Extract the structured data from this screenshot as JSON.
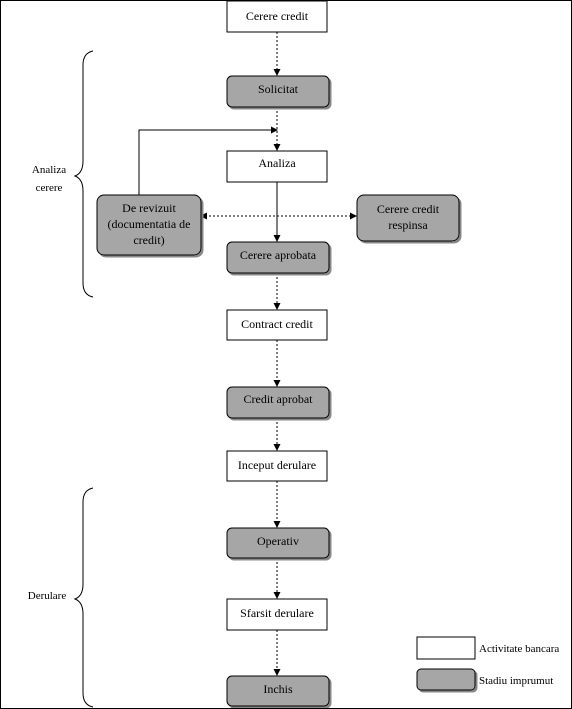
{
  "nodes": {
    "cerere_credit": "Cerere credit",
    "solicitat": "Solicitat",
    "analiza": "Analiza",
    "de_revizuit_1": "De revizuit",
    "de_revizuit_2": "(documentatia de",
    "de_revizuit_3": "credit)",
    "respinsa_1": "Cerere credit",
    "respinsa_2": "respinsa",
    "cerere_aprobata": "Cerere aprobata",
    "contract_credit": "Contract credit",
    "credit_aprobat": "Credit aprobat",
    "inceput_derulare": "Inceput derulare",
    "operativ": "Operativ",
    "sfarsit_derulare": "Sfarsit derulare",
    "inchis": "Inchis"
  },
  "groups": {
    "analiza_cerere_1": "Analiza",
    "analiza_cerere_2": "cerere",
    "derulare": "Derulare"
  },
  "legend": {
    "activitate": "Activitate bancara",
    "stadiu": "Stadiu imprumut"
  },
  "colors": {
    "activity_fill": "#ffffff",
    "stage_fill": "#a6a6a6",
    "line": "#000000"
  }
}
